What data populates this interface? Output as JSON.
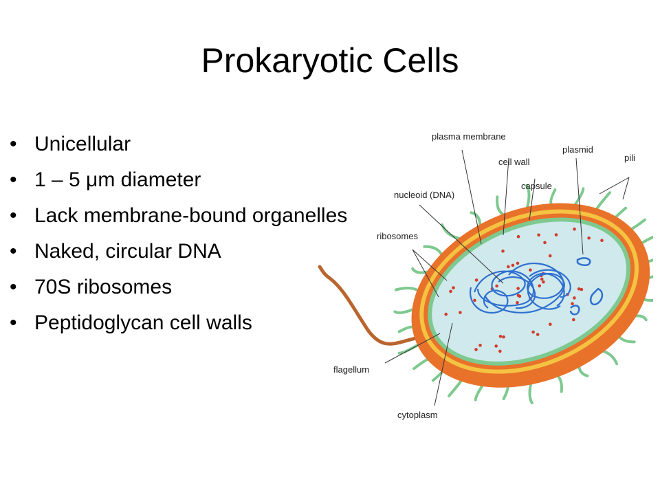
{
  "slide": {
    "title": "Prokaryotic Cells",
    "bullets": [
      "Unicellular",
      "1 – 5 μm diameter",
      "Lack membrane-bound organelles",
      "Naked, circular DNA",
      "70S ribosomes",
      "Peptidoglycan cell walls"
    ]
  },
  "diagram": {
    "labels": {
      "plasma_membrane": "plasma membrane",
      "cell_wall": "cell wall",
      "plasmid": "plasmid",
      "pili": "pili",
      "nucleoid": "nucleoid (DNA)",
      "capsule": "capsule",
      "ribosomes": "ribosomes",
      "flagellum": "flagellum",
      "cytoplasm": "cytoplasm"
    },
    "colors": {
      "capsule": "#e8722a",
      "cell_wall": "#f5c342",
      "membrane": "#7ec98f",
      "cytoplasm": "#cfe9ec",
      "dna": "#2f6fcf",
      "ribosome": "#d23b2b",
      "pili": "#7ec98f",
      "flagellum": "#b9652f"
    }
  }
}
